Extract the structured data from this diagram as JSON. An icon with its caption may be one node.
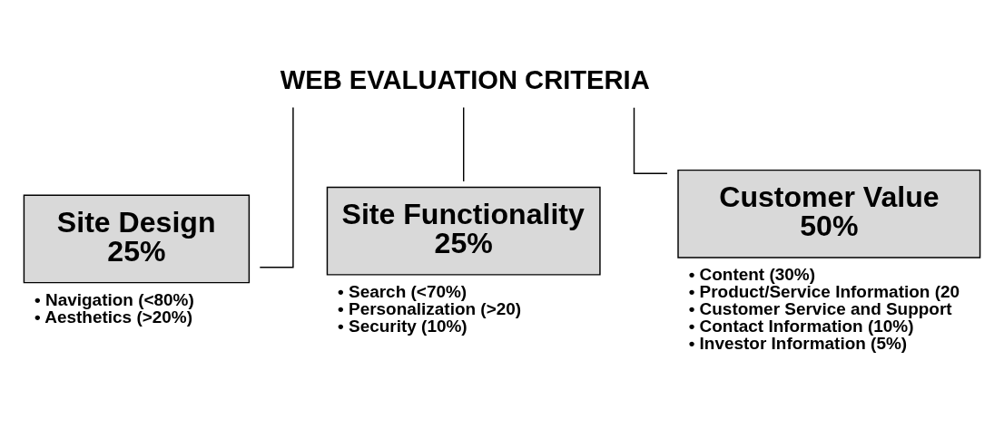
{
  "diagram": {
    "nodes": [
      {
        "text": [
          "WEB EVALUATION CRITERIA"
        ]
      },
      {
        "text": [
          "Site Design",
          "25%"
        ],
        "beside": [
          "• Navigation (<80%)",
          "• Aesthetics (>20%)"
        ]
      },
      {
        "text": [
          "Site Functionality",
          "25%"
        ],
        "beside": [
          "• Search (<70%)",
          "• Personalization (>20)",
          "• Security (10%)"
        ]
      },
      {
        "text": [
          "Customer Value",
          "50%"
        ],
        "beside": [
          "• Content (30%)",
          "• Product/Service Information (20",
          "• Customer Service and Support",
          "• Contact Information (10%)",
          "• Investor Information (5%)"
        ]
      }
    ],
    "edges": [
      {
        "from": 0,
        "to": 1,
        "arrow": "none"
      },
      {
        "from": 0,
        "to": 2,
        "arrow": "none"
      },
      {
        "from": 0,
        "to": 3,
        "arrow": "none"
      }
    ]
  }
}
